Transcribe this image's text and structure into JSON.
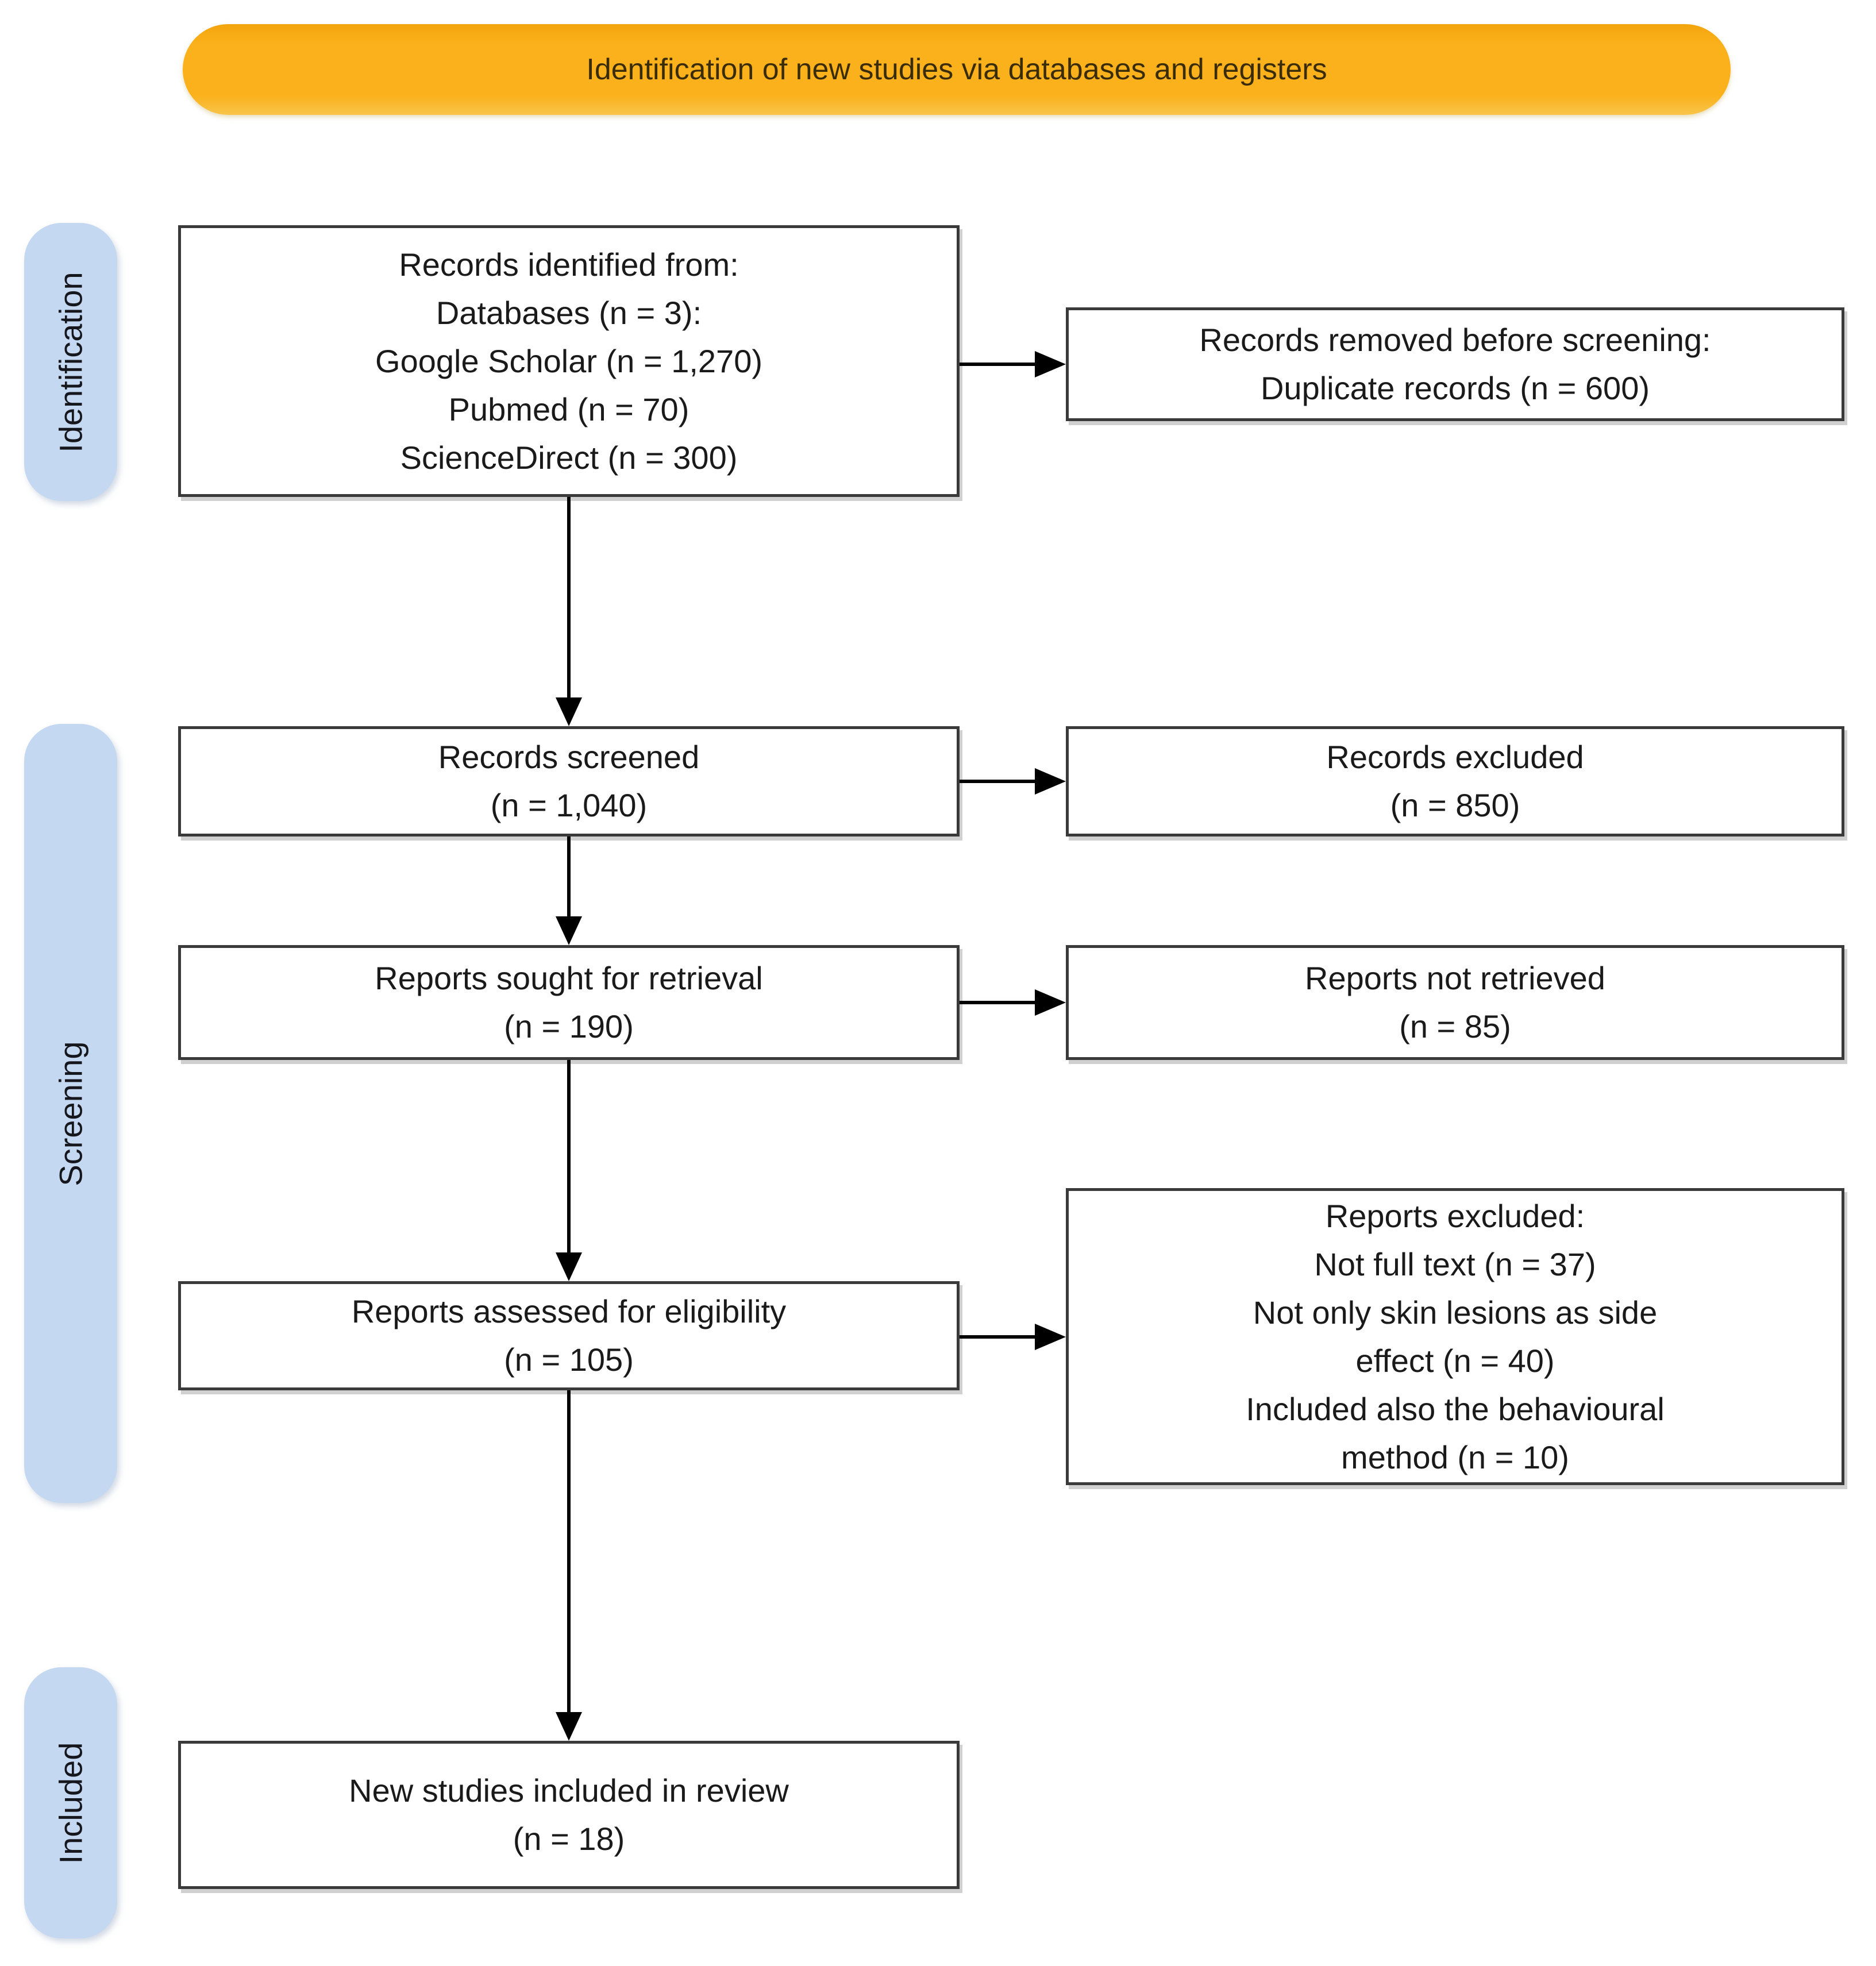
{
  "banner": {
    "title": "Identification of new studies via databases and registers"
  },
  "stages": {
    "identification": "Identification",
    "screening": "Screening",
    "included": "Included"
  },
  "boxes": {
    "records_identified": [
      "Records identified from:",
      "Databases (n = 3):",
      "Google Scholar (n = 1,270)",
      "Pubmed (n = 70)",
      "ScienceDirect (n = 300)"
    ],
    "records_removed": [
      "Records removed before screening:",
      "Duplicate records (n = 600)"
    ],
    "records_screened": [
      "Records screened",
      "(n = 1,040)"
    ],
    "records_excluded": [
      "Records excluded",
      "(n = 850)"
    ],
    "reports_sought": [
      "Reports sought for retrieval",
      "(n = 190)"
    ],
    "reports_not_retrieved": [
      "Reports not retrieved",
      "(n = 85)"
    ],
    "reports_assessed": [
      "Reports assessed for eligibility",
      "(n = 105)"
    ],
    "reports_excluded": [
      "Reports excluded:",
      "Not full text (n = 37)",
      "Not only skin lesions as side",
      "effect (n = 40)",
      "Included also the behavioural",
      "method (n = 10)"
    ],
    "new_studies": [
      "New studies included in review",
      "(n = 18)"
    ]
  },
  "colors": {
    "banner_fill": "#FBB11B",
    "banner_text": "#3A2C05",
    "pill_fill": "#C5D8F1",
    "box_border": "#3A3A3A",
    "arrow": "#000000",
    "text": "#1A1A1A"
  }
}
